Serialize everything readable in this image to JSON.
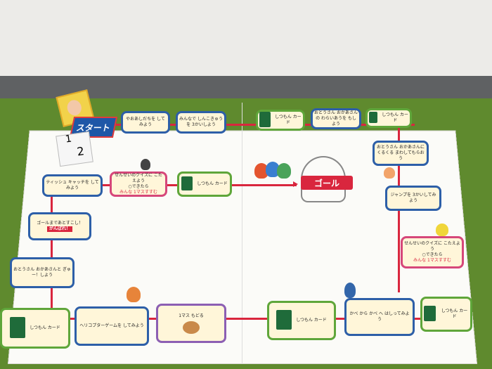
{
  "board": {
    "start_label": "スタート",
    "goal_label": "ゴール",
    "dice_faces": [
      "1",
      "2"
    ],
    "cells": {
      "top_1": "やおあしだちを してみよう",
      "top_2": "みんなで しんこきゅうを 3かいしよう",
      "top_card_1": "しつもん カード",
      "top_3": "おとうさん おかあさんの わらいあうを もしよう",
      "top_card_2": "しつもん カード",
      "r1": "おとうさん おかあさんに くるくる まわしてもらおう",
      "r2": "ジャンプを 3かいしてみよう",
      "r3_title": "せんせいのクイズに こたえよう",
      "r3_sub": "○できたら",
      "r3_bonus": "みんな 1マスすすむ",
      "b_card_1": "しつもん カード",
      "b1": "かべ から かべ へ はしってみよう",
      "b_card_2": "しつもん カード",
      "b2": "1マス もどる",
      "b3": "ヘリコプターゲームを してみよう",
      "b_card_3": "しつもん カード",
      "l1": "おとうさん おかあさんと ぎゅー！しよう",
      "l2_title": "ゴールまであとすこし！",
      "l2_badge": "がんばれ！",
      "l3": "ティッシュ キャッチを してみよう",
      "m1_title": "せんせいのクイズに こたえよう",
      "m1_sub": "○できたら",
      "m1_bonus": "みんな 1マスすすむ",
      "m_card": "しつもん カード"
    }
  },
  "colors": {
    "path_red": "#d9263e",
    "start_blue": "#1e57a7",
    "cell_blue": "#2d5fa8",
    "cell_green": "#5fa63a"
  }
}
